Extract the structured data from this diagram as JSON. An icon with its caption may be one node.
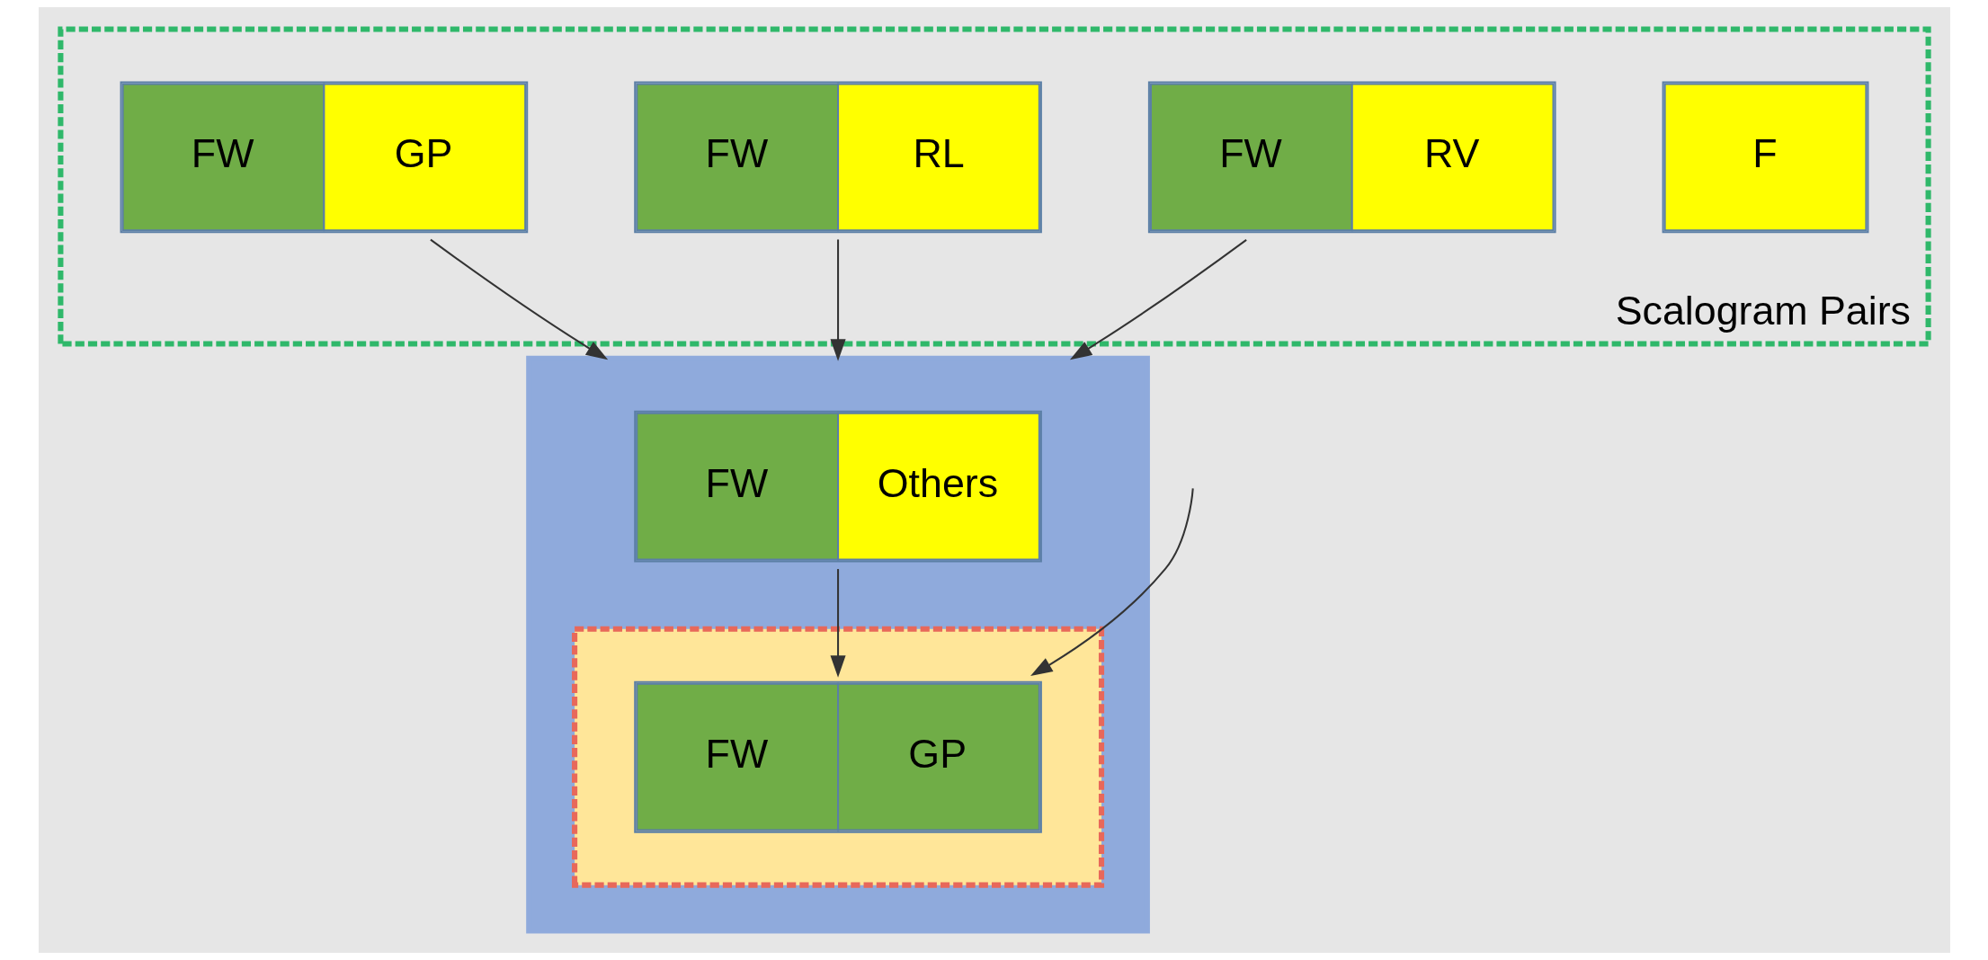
{
  "diagram": {
    "nodes": [
      {
        "text": [
          "Scalogram Pairs"
        ]
      },
      {
        "text": [
          "FW",
          "GP"
        ],
        "in": 0
      },
      {
        "text": [
          "FW",
          "RL"
        ],
        "in": 0
      },
      {
        "text": [
          "FW",
          "RV"
        ],
        "in": 0
      },
      {
        "text": [
          "F"
        ],
        "in": 0
      },
      {
        "text": [],
        "shape": "box"
      },
      {
        "text": [
          "FW",
          "Others"
        ],
        "in": 5
      },
      {
        "text": [],
        "shape": "box",
        "in": 5
      },
      {
        "text": [
          "FW",
          "GP"
        ],
        "in": 7
      }
    ],
    "edges": [
      {
        "from": 1,
        "to": 5,
        "arrow": "to"
      },
      {
        "from": 2,
        "to": 5,
        "arrow": "to"
      },
      {
        "from": 3,
        "to": 5,
        "arrow": "to"
      },
      {
        "from": 6,
        "to": 8,
        "arrow": "to"
      },
      {
        "from": null,
        "to": 8,
        "arrow": "to"
      }
    ]
  }
}
